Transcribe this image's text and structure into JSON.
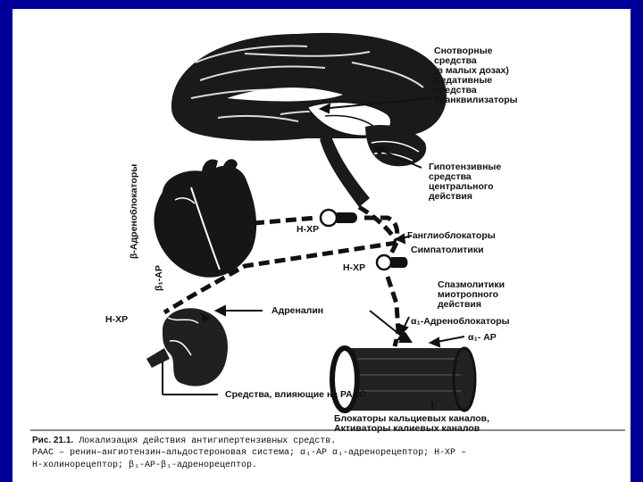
{
  "labels": {
    "sleep_drugs": "Снотворные\nсредства\n(в малых дозах)\nСедативные\nсредства\nТранквилизаторы",
    "central_hypotensive": "Гипотензивные\nсредства\nцентрального\nдействия",
    "ganglioblockers": "Ганглиоблокаторы",
    "sympatholytics": "Симпатолитики",
    "nxr_top": "Н-ХР",
    "nxr_mid": "Н-ХР",
    "nxr_left": "Н-ХР",
    "spasmolytics": "Спазмолитики\nмиотропного\nдействия",
    "adrenaline": "Адреналин",
    "alpha1_blockers": "α₁-Адреноблокаторы",
    "alpha1_ar": "α₁- АР",
    "raas_drugs": "Средства, влияющие на РААС",
    "channel_drugs": "Блокаторы кальциевых каналов,\nАктиваторы калиевых каналов",
    "beta_blockers": "β-Адреноблокаторы",
    "beta1_ar": "β₁-АР"
  },
  "caption": {
    "line1_bold": "Рис. 21.1.",
    "line1": " Локализация действия антигипертензивных средств.",
    "line2": "РААС – ренин–ангиотензин–альдостероновая система; α₁-АР    α₁-адренорецептор; Н-ХР –",
    "line3": "Н-холинорецептор; β₁-АР-β₁-адренорецептор."
  },
  "colors": {
    "background": "#000099",
    "slide": "#ffffff",
    "ink": "#111111"
  }
}
